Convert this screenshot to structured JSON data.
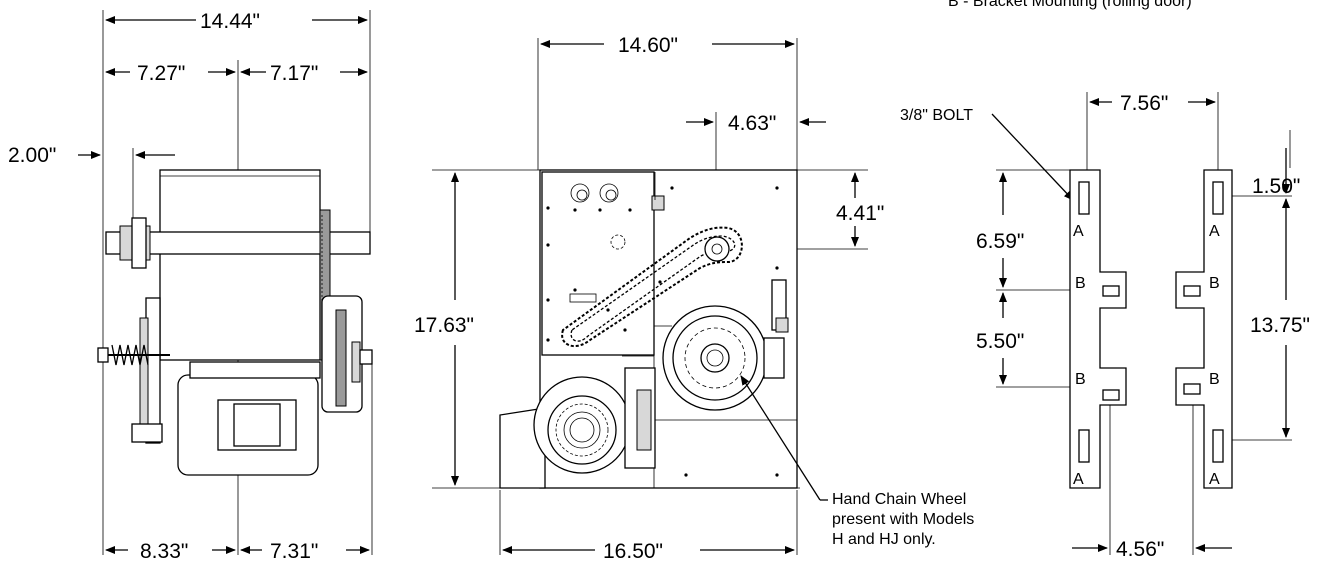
{
  "legend_note": "B - Bracket Mounting (rolling door)",
  "side_view": {
    "overall_width": "14.44\"",
    "left_of_center": "7.27\"",
    "right_of_center": "7.17\"",
    "shaft_offset": "2.00\"",
    "base_left": "8.33\"",
    "base_right": "7.31\""
  },
  "front_view": {
    "top_width": "14.60\"",
    "sprocket_offset": "4.63\"",
    "sprocket_height": "4.41\"",
    "overall_height": "17.63\"",
    "base_width": "16.50\"",
    "hand_chain_note": [
      "Hand Chain Wheel",
      "present with Models",
      "H and HJ only."
    ]
  },
  "bracket_view": {
    "bolt_label": "3/8\" BOLT",
    "bracket_spacing": "7.56\"",
    "upper_spacing": "6.59\"",
    "middle_spacing": "5.50\"",
    "top_offset": "1.50\"",
    "slot_span": "13.75\"",
    "bottom_spacing": "4.56\"",
    "slot_labels": {
      "a": "A",
      "b": "B"
    }
  }
}
